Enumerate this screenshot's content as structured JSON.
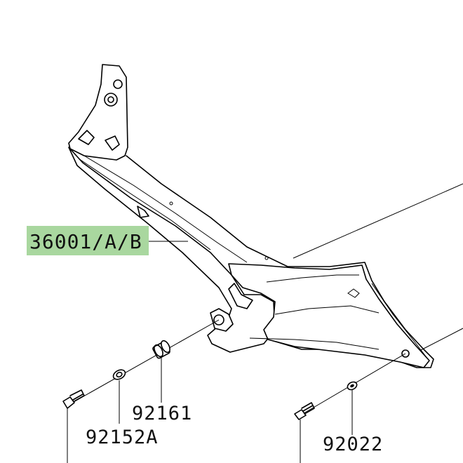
{
  "part_labels": {
    "main_part": "36001/A/B",
    "grommet": "92161",
    "collar": "92152A",
    "washer_partial": "92022"
  },
  "colors": {
    "highlight": "#a9d79f",
    "line": "#000000",
    "background": "#ffffff"
  }
}
